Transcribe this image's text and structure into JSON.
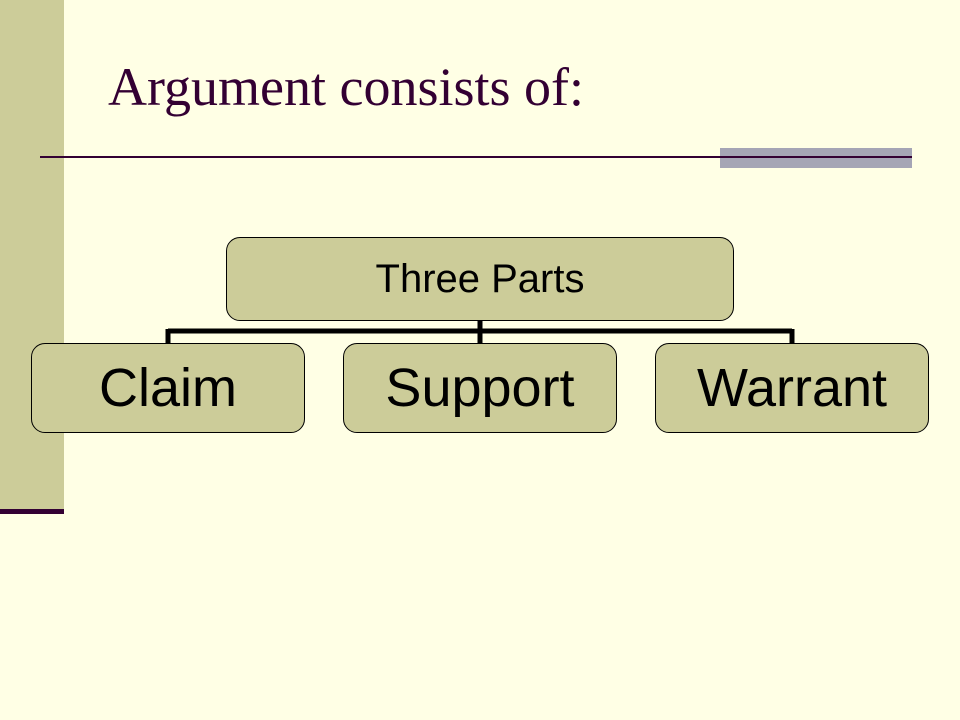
{
  "slide": {
    "title": "Argument consists of:",
    "colors": {
      "background": "#ffffe5",
      "sidebar": "#cccc99",
      "accent": "#330033",
      "node_fill": "#cccc99",
      "rule_accent": "#a5a5b5"
    }
  },
  "diagram": {
    "type": "hierarchy",
    "root": "Three Parts",
    "children": [
      "Claim",
      "Support",
      "Warrant"
    ]
  }
}
